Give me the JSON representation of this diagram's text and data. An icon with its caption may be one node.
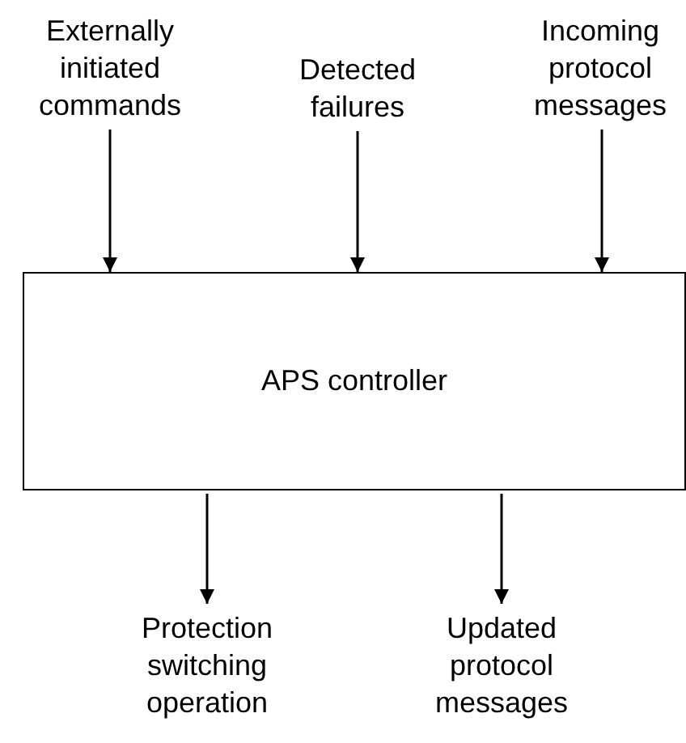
{
  "diagram": {
    "nodes": [
      {
        "text": [
          "Externally initiated commands"
        ]
      },
      {
        "text": [
          "Detected failures"
        ]
      },
      {
        "text": [
          "Incoming protocol messages"
        ]
      },
      {
        "text": [
          "APS controller"
        ]
      },
      {
        "text": [
          "Protection switching operation"
        ]
      },
      {
        "text": [
          "Updated protocol messages"
        ]
      }
    ],
    "edges": [
      {
        "from": 0,
        "to": 3,
        "arrow": "to"
      },
      {
        "from": 1,
        "to": 3,
        "arrow": "to"
      },
      {
        "from": 2,
        "to": 3,
        "arrow": "to"
      },
      {
        "from": 3,
        "to": 4,
        "arrow": "to"
      },
      {
        "from": 3,
        "to": 5,
        "arrow": "to"
      }
    ]
  }
}
